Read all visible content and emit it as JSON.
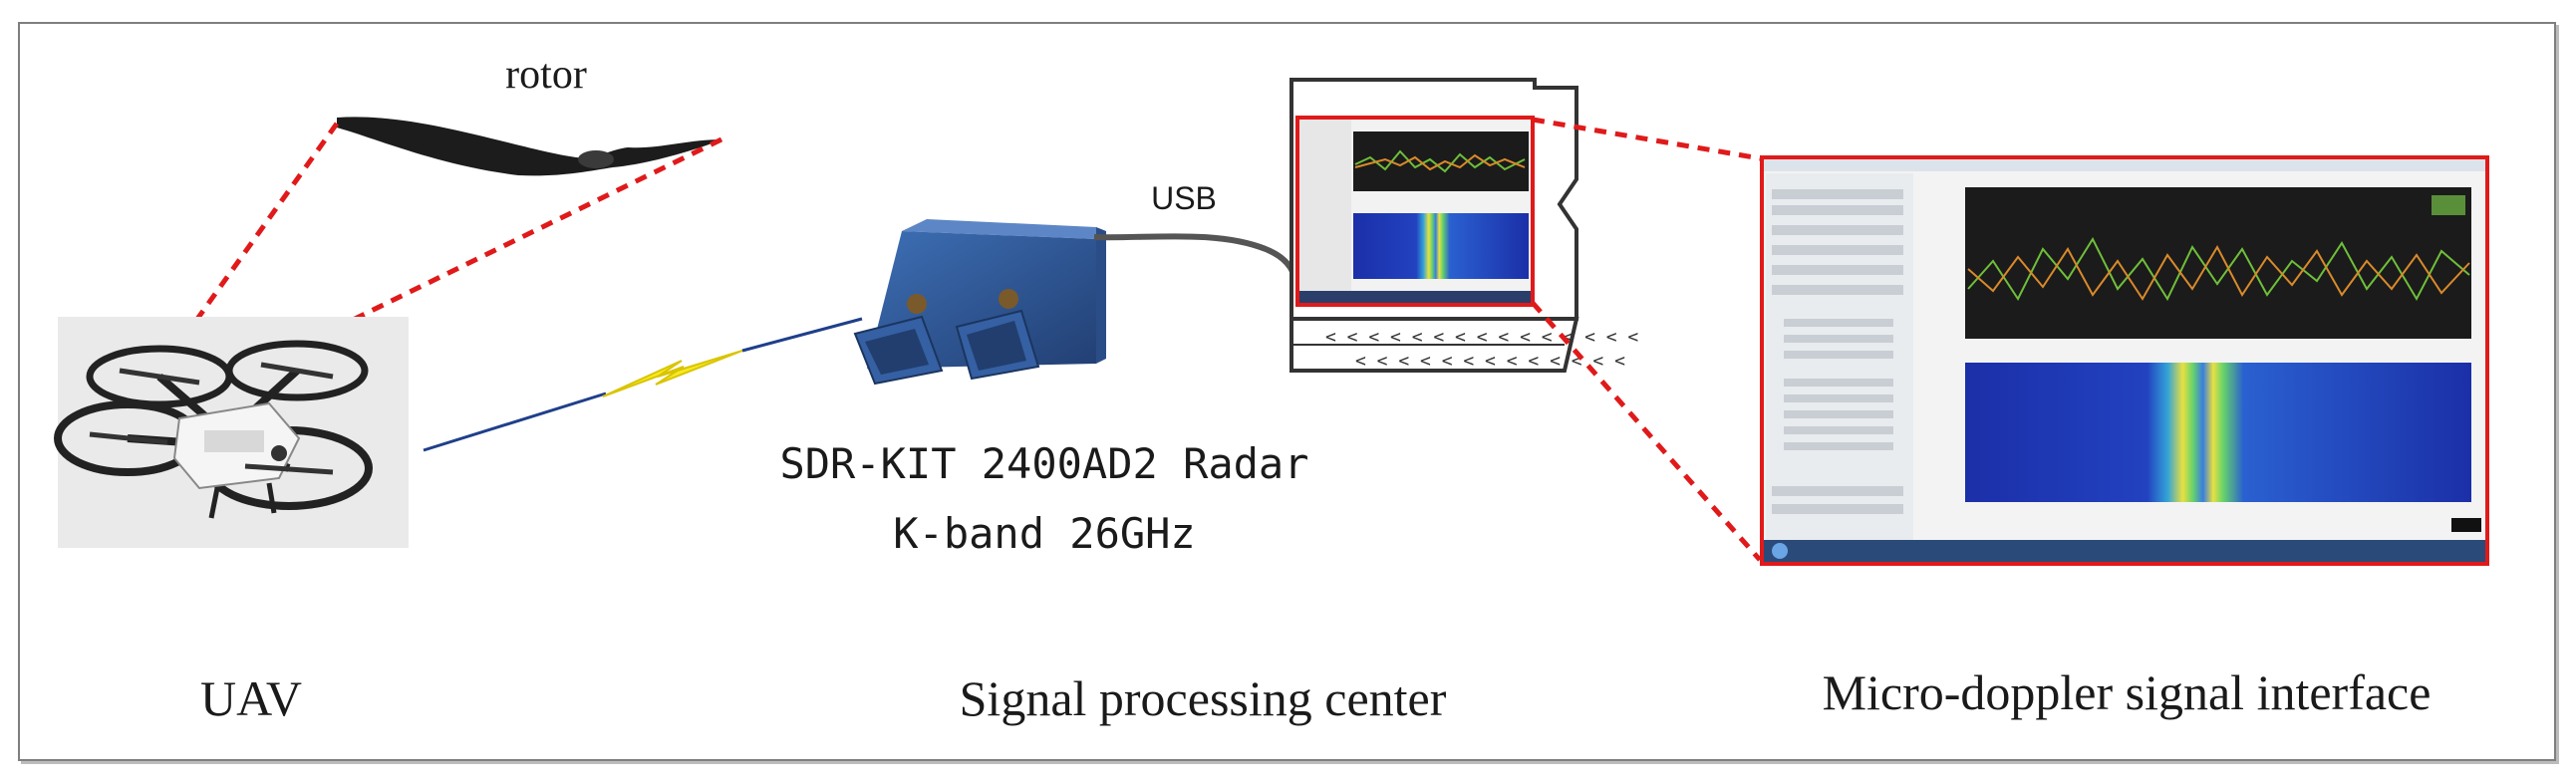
{
  "labels": {
    "rotor": "rotor",
    "usb": "USB",
    "radar_line1": "SDR-KIT 2400AD2 Radar",
    "radar_line2": "K-band 26GHz",
    "uav": "UAV",
    "signal_center": "Signal processing center",
    "interface": "Micro-doppler signal interface"
  },
  "colors": {
    "callout_red": "#e01a1a",
    "frame_gray": "#7f7f7f",
    "radar_blue": "#2d5a9a",
    "spectrogram_bg": "#1b2fa8",
    "signal_green": "#6fbf3a",
    "signal_orange": "#d98a2b"
  },
  "icons": {
    "rotor": "propeller-icon",
    "uav": "quadcopter-icon",
    "radar": "horn-antenna-radar-icon",
    "computer": "desktop-computer-icon",
    "wireless": "lightning-bolt-icon"
  }
}
